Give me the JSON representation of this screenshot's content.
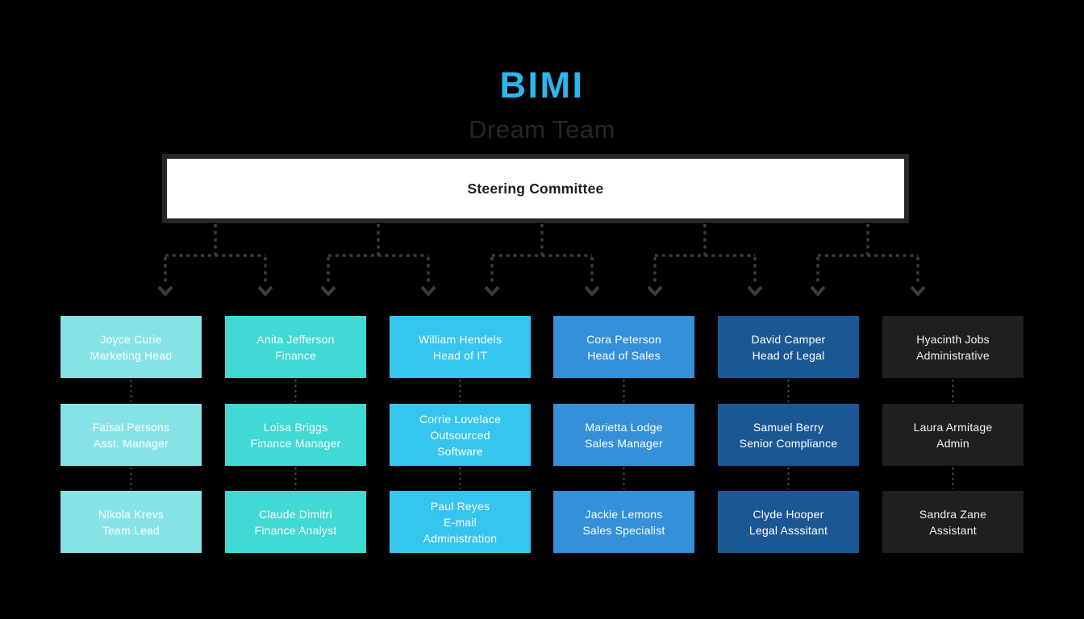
{
  "header": {
    "title": "BIMI",
    "subtitle": "Dream Team",
    "title_color": "#29B7EE",
    "subtitle_color": "#24262B"
  },
  "committee": {
    "label": "Steering Committee"
  },
  "org": {
    "columns": [
      {
        "id": "marketing",
        "color": "#87E4E6",
        "text_color": "#FFFFFF",
        "members": [
          {
            "name": "Joyce Curie",
            "role": "Marketing Head"
          },
          {
            "name": "Faisal Persons",
            "role": "Asst. Manager"
          },
          {
            "name": "Nikola Krevs",
            "role": "Team Lead"
          }
        ]
      },
      {
        "id": "finance",
        "color": "#40D9D3",
        "text_color": "#FFFFFF",
        "members": [
          {
            "name": "Anita Jefferson",
            "role": "Finance"
          },
          {
            "name": "Loisa Briggs",
            "role": "Finance Manager"
          },
          {
            "name": "Claude Dimitri",
            "role": "Finance Analyst"
          }
        ]
      },
      {
        "id": "it",
        "color": "#36C5EE",
        "text_color": "#FFFFFF",
        "members": [
          {
            "name": "William Hendels",
            "role": "Head of IT"
          },
          {
            "name": "Corrie Lovelace",
            "role": "Outsourced\nSoftware"
          },
          {
            "name": "Paul Reyes",
            "role": "E-mail\nAdministration"
          }
        ]
      },
      {
        "id": "sales",
        "color": "#3390D9",
        "text_color": "#FFFFFF",
        "members": [
          {
            "name": "Cora Peterson",
            "role": "Head of Sales"
          },
          {
            "name": "Marietta Lodge",
            "role": "Sales Manager"
          },
          {
            "name": "Jackie Lemons",
            "role": "Sales Specialist"
          }
        ]
      },
      {
        "id": "legal",
        "color": "#1C5795",
        "text_color": "#FFFFFF",
        "members": [
          {
            "name": "David Camper",
            "role": "Head of Legal"
          },
          {
            "name": "Samuel Berry",
            "role": "Senior Compliance"
          },
          {
            "name": "Clyde Hooper",
            "role": "Legal Asssitant"
          }
        ]
      },
      {
        "id": "admin",
        "color": "#1F1F1F",
        "text_color": "#F0F0F0",
        "members": [
          {
            "name": "Hyacinth Jobs",
            "role": "Administrative"
          },
          {
            "name": "Laura Armitage",
            "role": "Admin"
          },
          {
            "name": "Sandra Zane",
            "role": "Assistant"
          }
        ]
      }
    ]
  },
  "connectors": {
    "tree_color": "#3C3C3C",
    "chain_color": "#4E4E4E"
  }
}
